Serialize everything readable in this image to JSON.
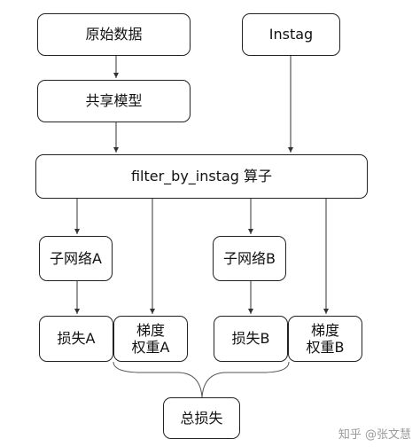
{
  "nodes": {
    "raw_data": "原始数据",
    "instag": "Instag",
    "shared_model": "共享模型",
    "operator": "filter_by_instag 算子",
    "subnet_a": "子网络A",
    "subnet_b": "子网络B",
    "loss_a": "损失A",
    "grad_a_line1": "梯度",
    "grad_a_line2": "权重A",
    "loss_b": "损失B",
    "grad_b_line1": "梯度",
    "grad_b_line2": "权重B",
    "total_loss": "总损失"
  },
  "watermark": "知乎 @张文慧"
}
